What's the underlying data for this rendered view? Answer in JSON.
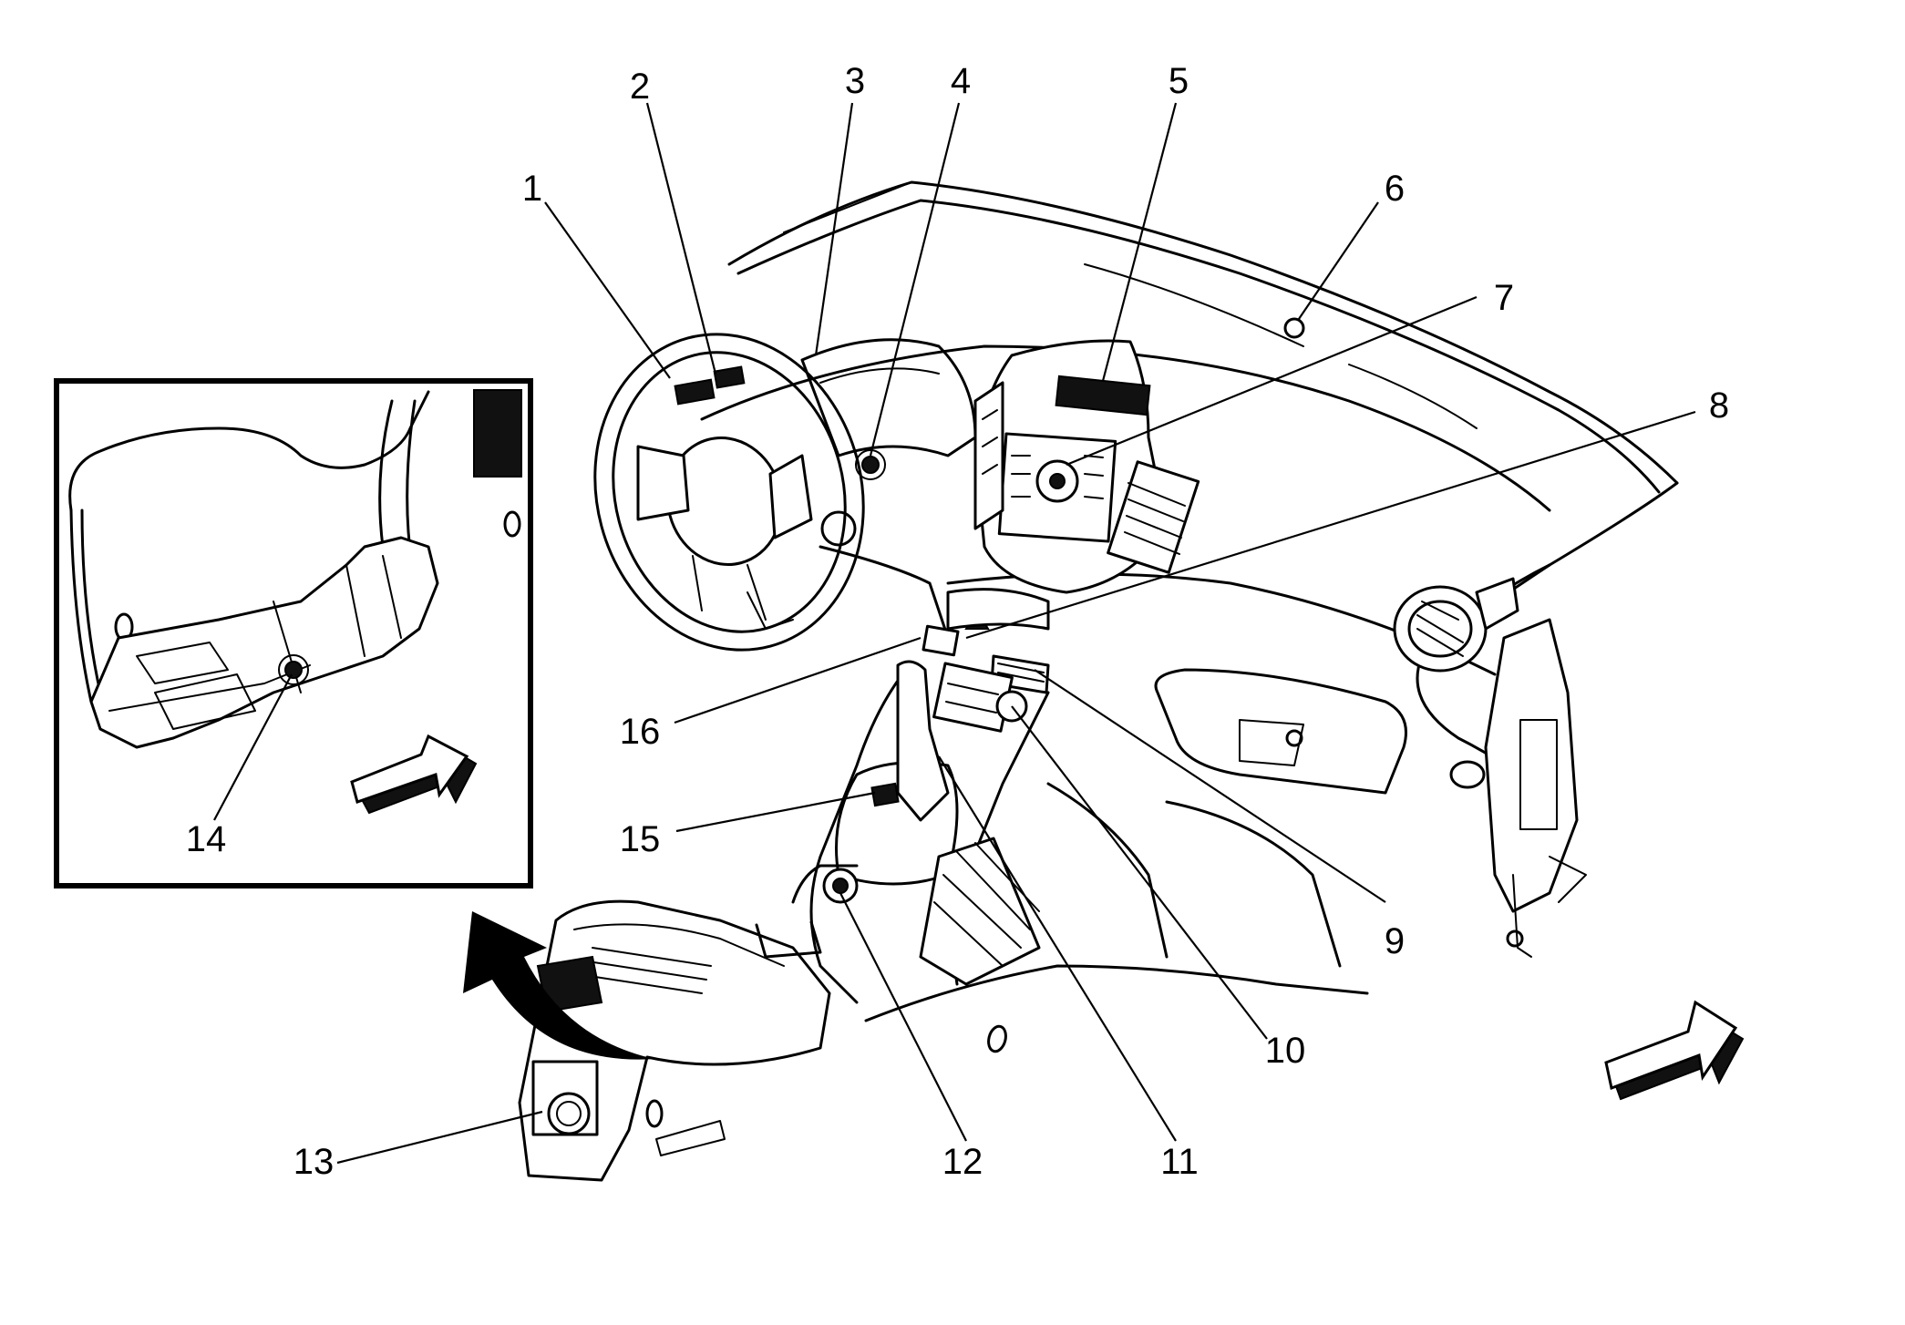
{
  "callouts": [
    {
      "id": 1,
      "label": "1"
    },
    {
      "id": 2,
      "label": "2"
    },
    {
      "id": 3,
      "label": "3"
    },
    {
      "id": 4,
      "label": "4"
    },
    {
      "id": 5,
      "label": "5"
    },
    {
      "id": 6,
      "label": "6"
    },
    {
      "id": 7,
      "label": "7"
    },
    {
      "id": 8,
      "label": "8"
    },
    {
      "id": 9,
      "label": "9"
    },
    {
      "id": 10,
      "label": "10"
    },
    {
      "id": 11,
      "label": "11"
    },
    {
      "id": 12,
      "label": "12"
    },
    {
      "id": 13,
      "label": "13"
    },
    {
      "id": 14,
      "label": "14"
    },
    {
      "id": 15,
      "label": "15"
    },
    {
      "id": 16,
      "label": "16"
    }
  ],
  "icons": {
    "inset_arrow": "direction-arrow-icon",
    "main_arrow": "direction-arrow-icon",
    "rotate_arrow": "curved-arrow-icon"
  }
}
